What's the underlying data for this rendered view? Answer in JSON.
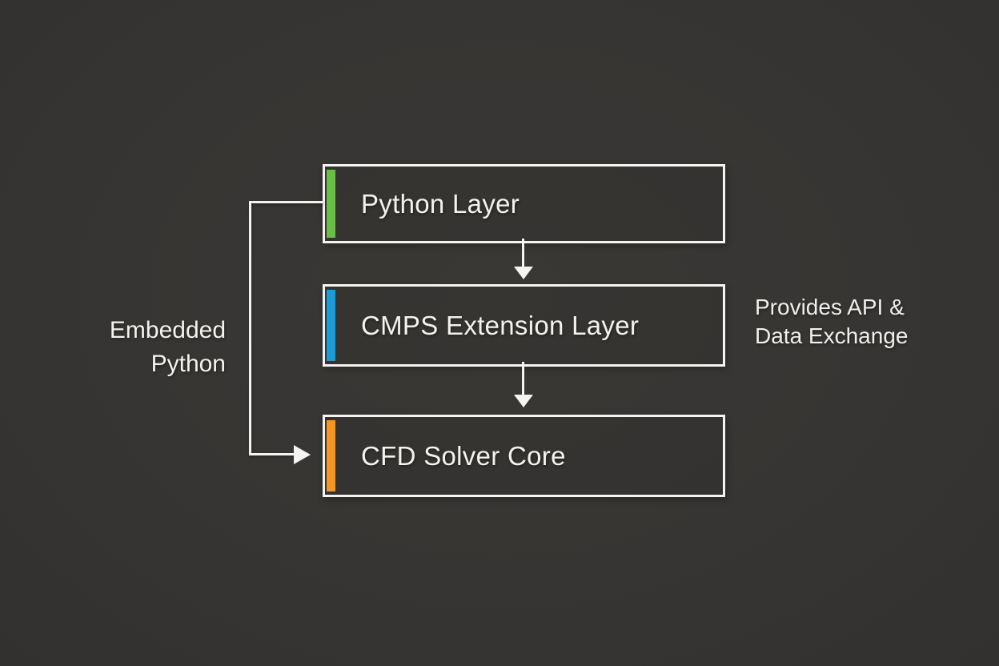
{
  "colors": {
    "background": "#373533",
    "line": "#f5f4f2",
    "text": "#f3f2ef",
    "accent_green": "#69be46",
    "accent_blue": "#1b9bd7",
    "accent_orange": "#f59623"
  },
  "diagram": {
    "boxes": [
      {
        "label": "Python Layer",
        "accent": "#69be46"
      },
      {
        "label": "CMPS Extension Layer",
        "accent": "#1b9bd7"
      },
      {
        "label": "CFD Solver Core",
        "accent": "#f59623"
      }
    ],
    "side_label": {
      "line1": "Embedded",
      "line2": "Python"
    },
    "annotation": {
      "line1": "Provides API &",
      "line2": "Data Exchange"
    }
  }
}
